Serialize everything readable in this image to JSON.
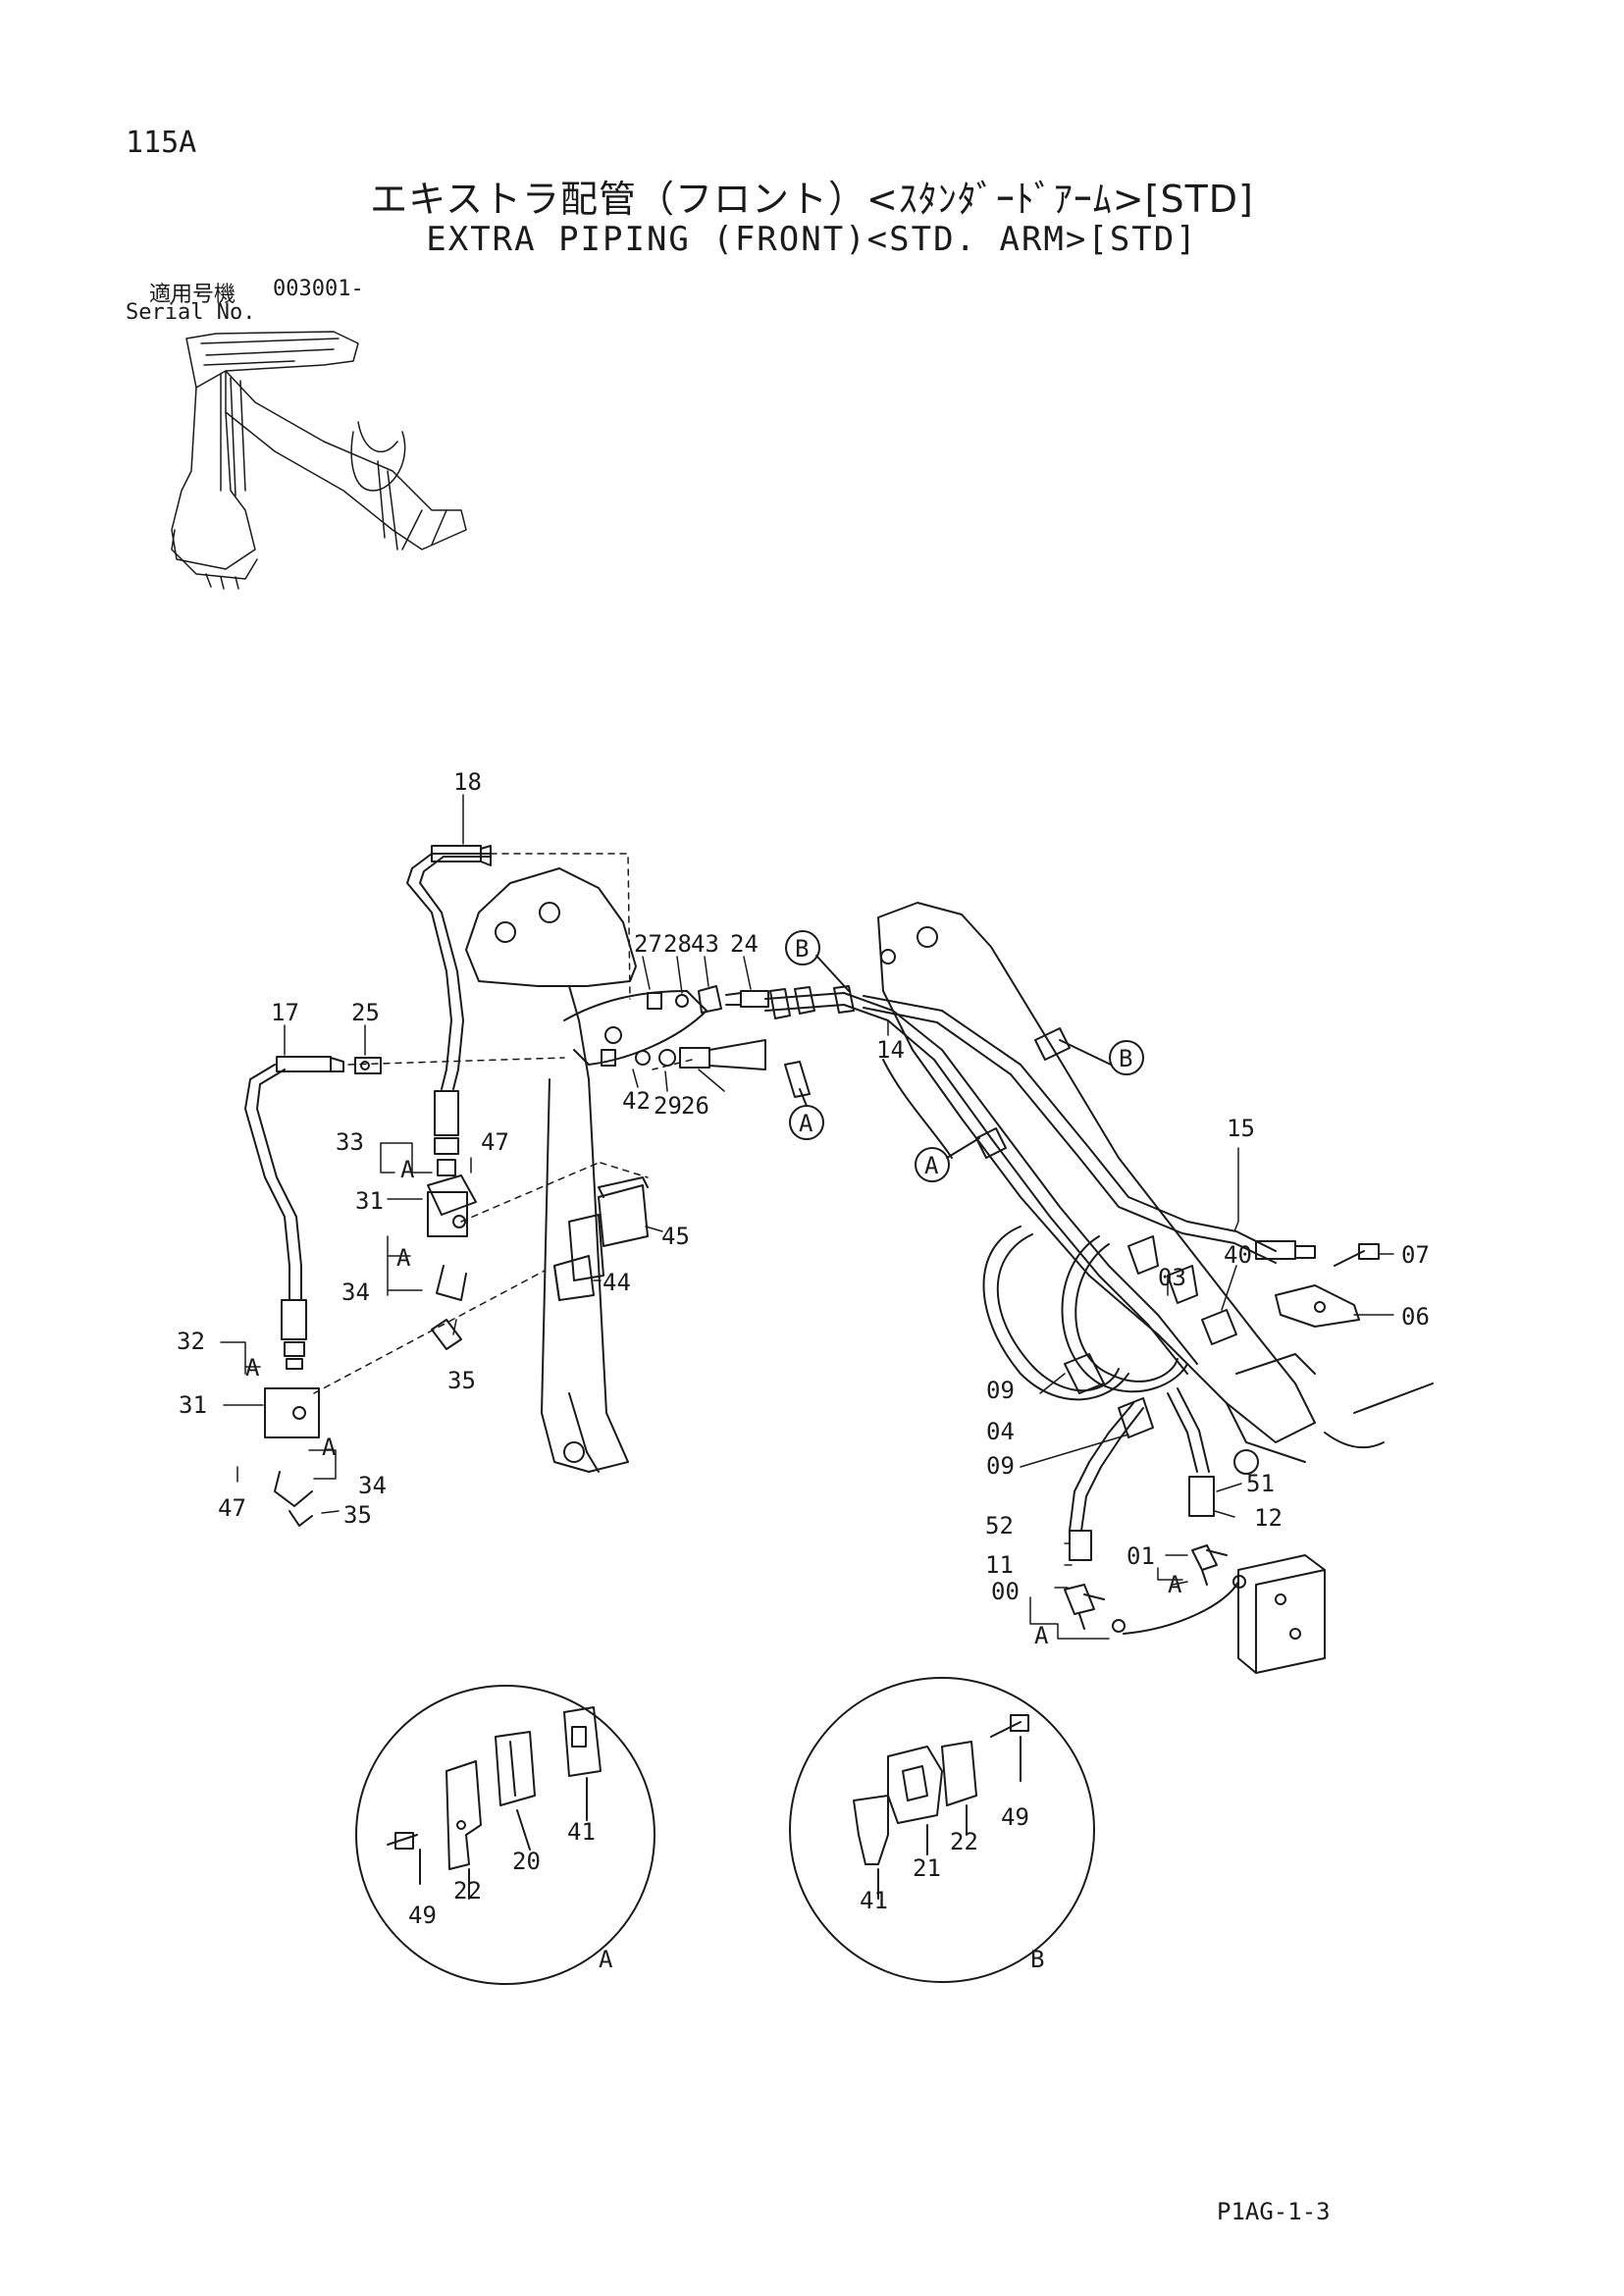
{
  "page_code": "115A",
  "title_jp": "エキストラ配管（フロント）<ｽﾀﾝﾀﾞｰﾄﾞｱｰﾑ>[STD]",
  "title_en": "EXTRA PIPING (FRONT)<STD. ARM>[STD]",
  "serial_label_jp": "適用号機",
  "serial_value": "003001-",
  "serial_label_en": "Serial No.",
  "footer_code": "P1AG-1-3",
  "callouts": {
    "18": "18",
    "17": "17",
    "25": "25",
    "27": "27",
    "28": "28",
    "43": "43",
    "24": "24",
    "14": "14",
    "15": "15",
    "42": "42",
    "29": "29",
    "26": "26",
    "33": "33",
    "47": "47",
    "31": "31",
    "45": "45",
    "44": "44",
    "34": "34",
    "35": "35",
    "32": "32",
    "07": "07",
    "06": "06",
    "40": "40",
    "03": "03",
    "09": "09",
    "04": "04",
    "51": "51",
    "12": "12",
    "52": "52",
    "11": "11",
    "01": "01",
    "00": "00",
    "20": "20",
    "41": "41",
    "22": "22",
    "49": "49",
    "21": "21"
  },
  "ref_labels": {
    "A": "A",
    "B": "B"
  }
}
